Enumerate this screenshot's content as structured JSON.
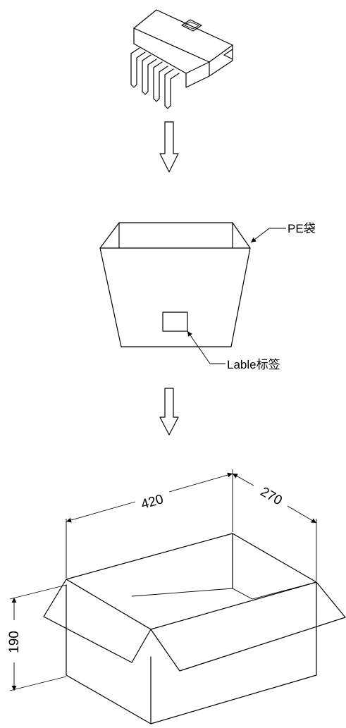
{
  "connector": {},
  "bag_label": "PE袋",
  "label_tag": "Lable标签",
  "box": {
    "length": "420",
    "width": "270",
    "height": "190"
  }
}
